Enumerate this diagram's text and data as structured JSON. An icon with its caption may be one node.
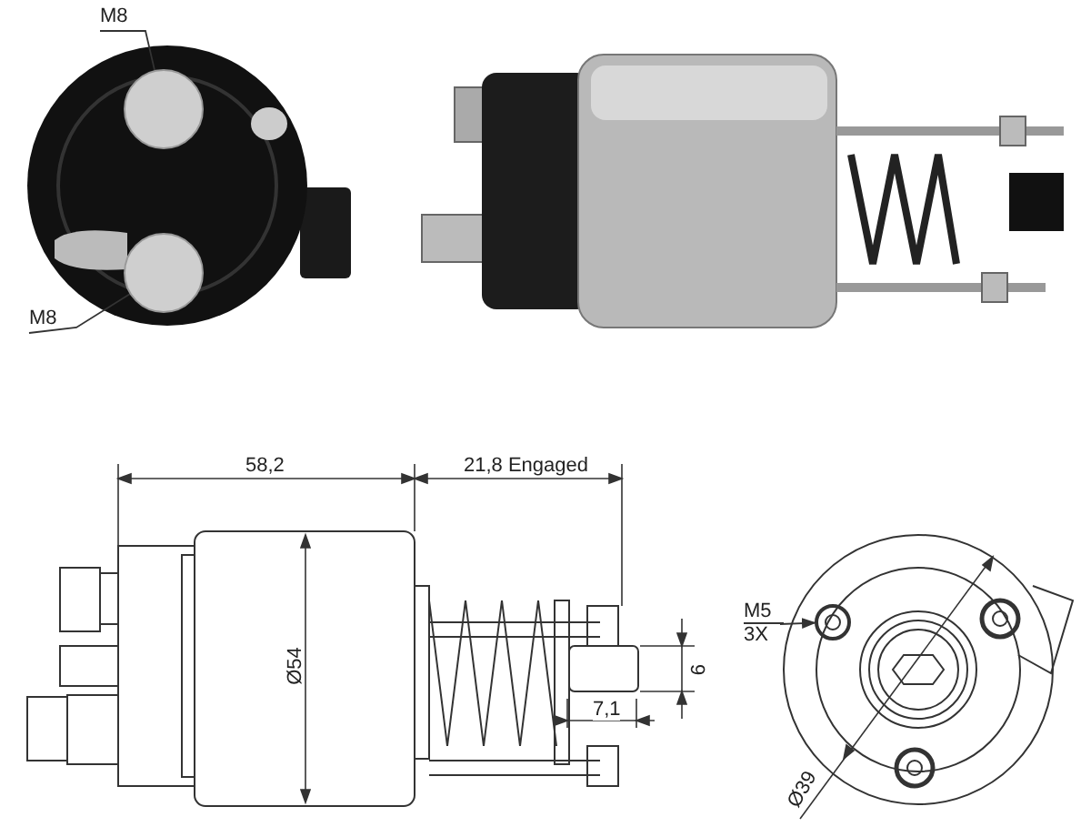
{
  "diagram": {
    "nodes": [
      {
        "text": [
          "M8"
        ]
      },
      {
        "text": [],
        "shape": "circle"
      },
      {
        "text": [
          "M8"
        ]
      },
      {
        "text": [],
        "shape": "circle"
      },
      {
        "text": [
          "M5",
          "3X"
        ]
      },
      {
        "text": [],
        "shape": "circle"
      }
    ],
    "edges": [
      {
        "from": 0,
        "to": 1,
        "arrow": "none"
      },
      {
        "from": 2,
        "to": 3,
        "arrow": "none"
      },
      {
        "from": 4,
        "to": 5,
        "arrow": "to"
      }
    ],
    "labels": [
      "58,2",
      "21,8 Engaged",
      "Ø54",
      "9",
      "7,1",
      "Ø39"
    ]
  }
}
